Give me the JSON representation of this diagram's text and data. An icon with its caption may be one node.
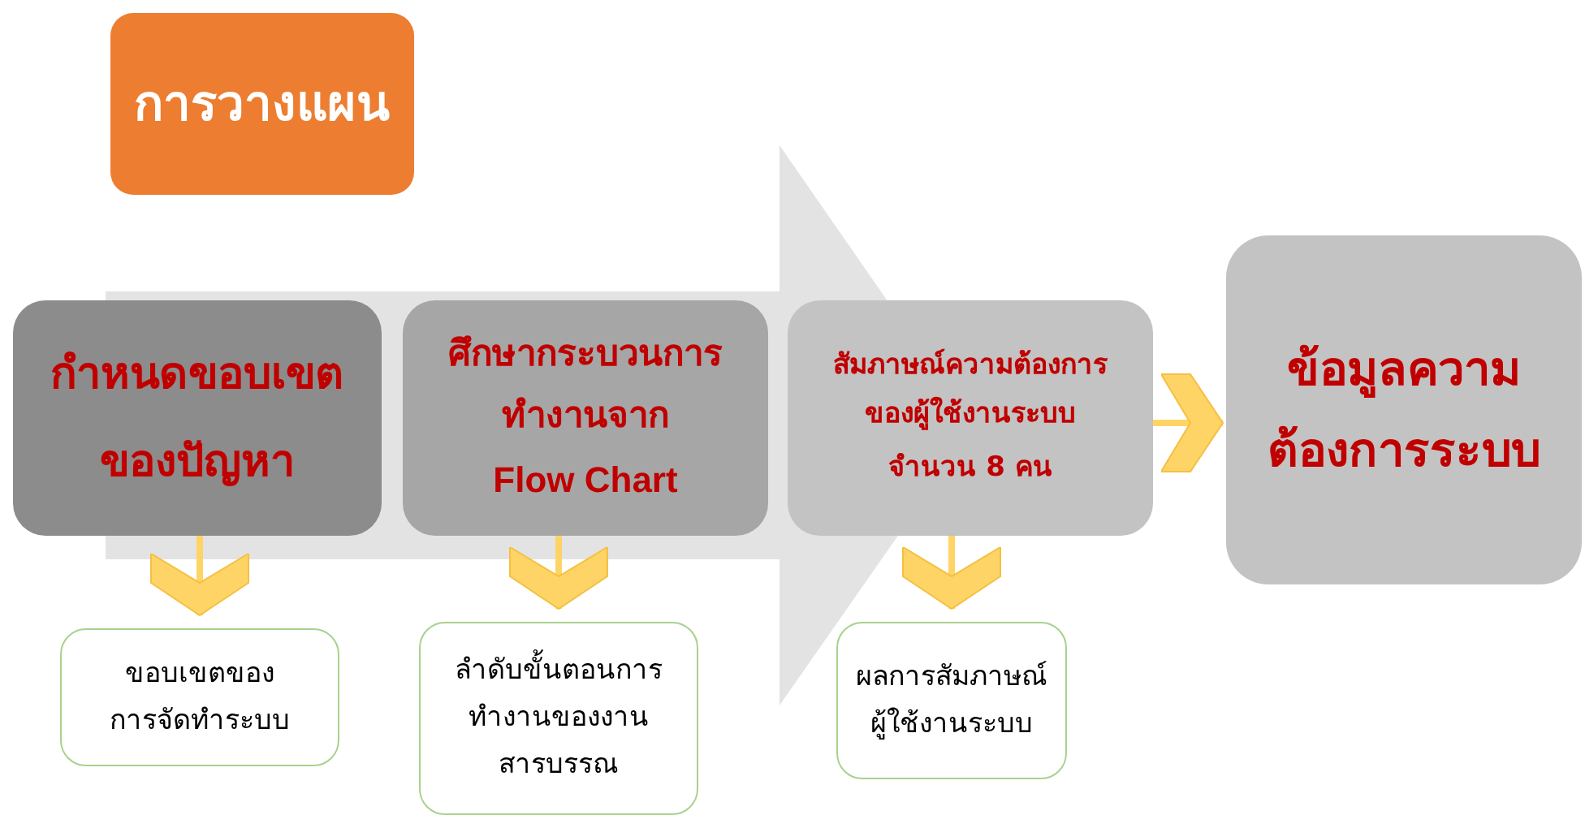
{
  "diagram": {
    "nodes": [
      {
        "text": [
          "การวางแผน"
        ]
      },
      {
        "text": [
          "กำหนดขอบเขตของปัญหา"
        ]
      },
      {
        "text": [
          "ศึกษากระบวนการทำงานจาก",
          "Flow Chart"
        ]
      },
      {
        "text": [
          "สัมภาษณ์ความต้องการของผู้ใช้งานระบบ",
          "จำนวน 8 คน"
        ]
      },
      {
        "text": [
          "ข้อมูลความต้องการระบบ"
        ]
      },
      {
        "text": [
          "ขอบเขตของการจัดทำระบบ"
        ]
      },
      {
        "text": [
          "ลำดับขั้นตอนการทำงานของงานสารบรรณ"
        ]
      },
      {
        "text": [
          "ผลการสัมภาษณ์ผู้ใช้งานระบบ"
        ]
      }
    ],
    "edges": [
      {
        "from": 1,
        "to": 5,
        "arrow": "to"
      },
      {
        "from": 2,
        "to": 6,
        "arrow": "to"
      },
      {
        "from": 3,
        "to": 7,
        "arrow": "to"
      },
      {
        "from": 3,
        "to": 4,
        "arrow": "to"
      },
      {
        "from": 1,
        "to": 3,
        "arrow": "to",
        "style": "thick",
        "color": "#e3e3e3"
      }
    ]
  }
}
